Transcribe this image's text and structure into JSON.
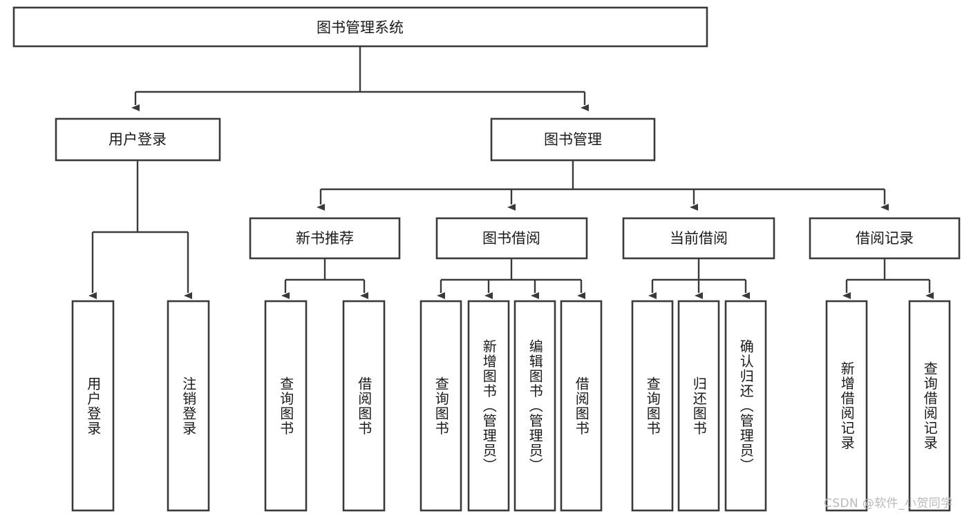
{
  "diagram": {
    "type": "tree-hierarchy",
    "title": "图书管理系统",
    "watermark": "CSDN @软件_小贺同学",
    "colors": {
      "box_stroke": "#3a3a3a",
      "box_fill": "#ffffff",
      "text": "#1a1a1a",
      "connector": "#3a3a3a",
      "watermark": "#b9b9b9",
      "background": "#ffffff"
    },
    "root": {
      "label": "图书管理系统"
    },
    "level2": [
      {
        "label": "用户登录"
      },
      {
        "label": "图书管理"
      }
    ],
    "level3": [
      {
        "label": "新书推荐"
      },
      {
        "label": "图书借阅"
      },
      {
        "label": "当前借阅"
      },
      {
        "label": "借阅记录"
      }
    ],
    "leaves": {
      "user_login": [
        {
          "label": "用户登录"
        },
        {
          "label": "注销登录"
        }
      ],
      "new_book_recommend": [
        {
          "label": "查询图书"
        },
        {
          "label": "借阅图书"
        }
      ],
      "book_borrow": [
        {
          "label": "查询图书"
        },
        {
          "label": "新增图书（管理员）"
        },
        {
          "label": "编辑图书（管理员）"
        },
        {
          "label": "借阅图书"
        }
      ],
      "current_borrow": [
        {
          "label": "查询图书"
        },
        {
          "label": "归还图书"
        },
        {
          "label": "确认归还（管理员）"
        }
      ],
      "borrow_record": [
        {
          "label": "新增借阅记录"
        },
        {
          "label": "查询借阅记录"
        }
      ]
    }
  }
}
